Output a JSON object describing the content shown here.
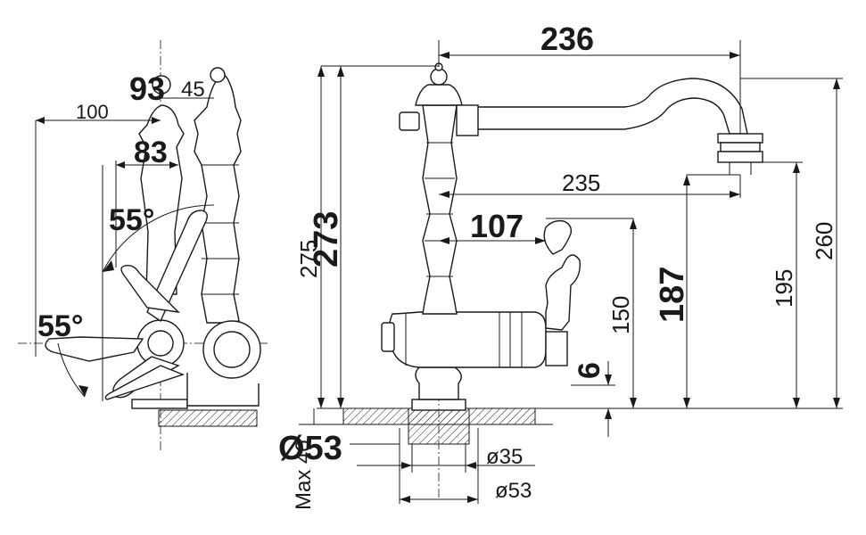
{
  "dimensions": {
    "side_top": "93",
    "side_45": "45",
    "side_100": "100",
    "side_83": "83",
    "angle_upper": "55°",
    "angle_lower": "55°",
    "reach": "236",
    "spout_235": "235",
    "lever_107": "107",
    "h_275": "275",
    "h_273": "273",
    "h_187": "187",
    "h_150": "150",
    "h_6": "6",
    "h_195": "195",
    "h_260": "260",
    "max40": "Max 40",
    "hole_53": "Ø53",
    "d35": "ø35",
    "d53": "ø53"
  },
  "colors": {
    "ink": "#1a1a1a",
    "background": "#ffffff"
  }
}
